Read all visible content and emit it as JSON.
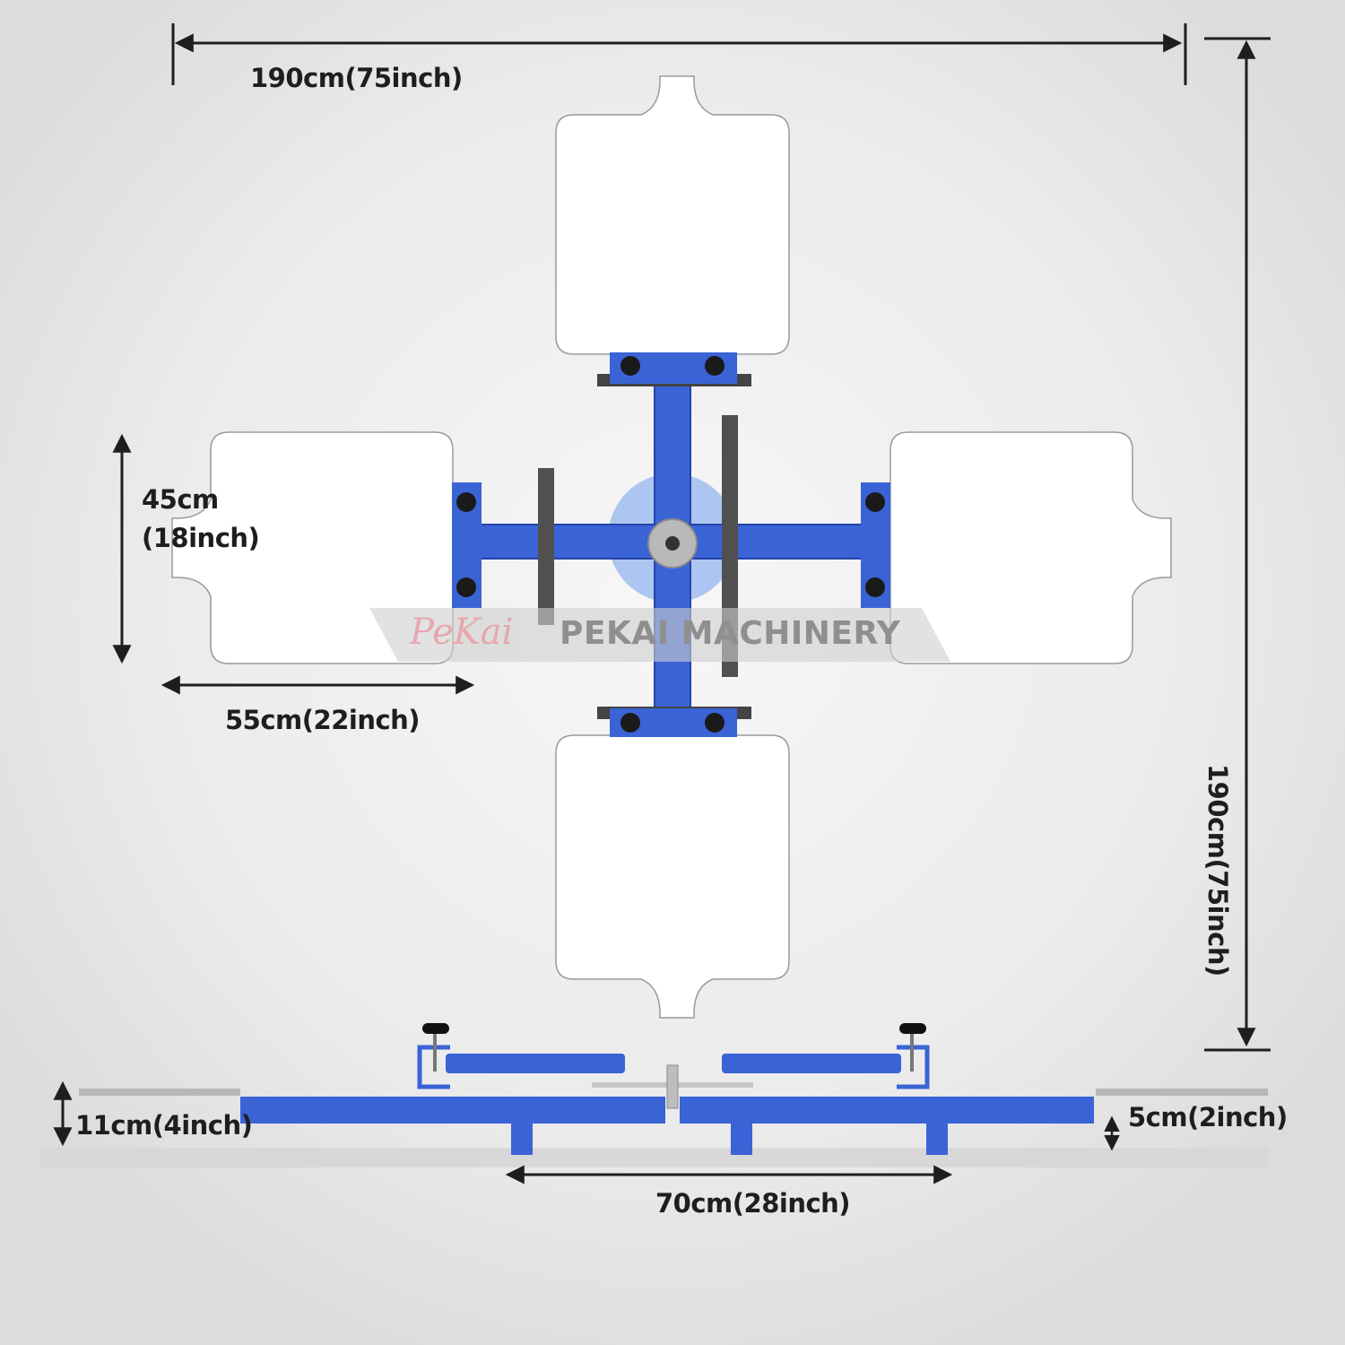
{
  "dimensions": {
    "overall_width": "190cm(75inch)",
    "overall_height": "190cm(75inch)",
    "pallet_height_line1": "45cm",
    "pallet_height_line2": "(18inch)",
    "pallet_width": "55cm(22inch)",
    "base_height": "11cm(4inch)",
    "arm_thickness": "5cm(2inch)",
    "base_span": "70cm(28inch)"
  },
  "watermark": {
    "brand": "PeKai",
    "company": "PEKAI MACHINERY"
  },
  "colors": {
    "background": "#ececec",
    "pallet": "#ffffff",
    "frame_blue": "#3a63d6",
    "bolt": "#1a1a1a",
    "bar_gray": "#505050",
    "hub_glow": "#8fb2ef",
    "dimension_line": "#1e1e1e"
  }
}
